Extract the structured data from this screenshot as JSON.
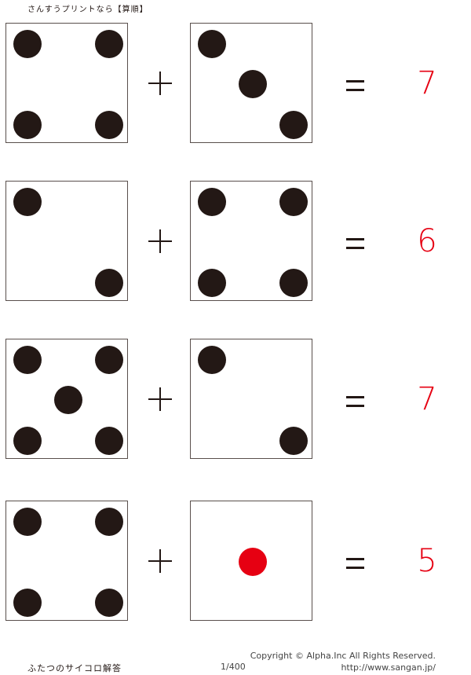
{
  "header": {
    "title": "さんすうプリントなら【算順】"
  },
  "colors": {
    "ink": "#231815",
    "accent_red": "#e60012",
    "border": "#594f4c"
  },
  "problems": [
    {
      "left_die": 4,
      "right_die": 3,
      "operator": "+",
      "equals": "=",
      "answer": "7"
    },
    {
      "left_die": 2,
      "right_die": 4,
      "operator": "+",
      "equals": "=",
      "answer": "6"
    },
    {
      "left_die": 5,
      "right_die": 2,
      "operator": "+",
      "equals": "=",
      "answer": "7"
    },
    {
      "left_die": 4,
      "right_die": 1,
      "operator": "+",
      "equals": "=",
      "answer": "5"
    }
  ],
  "footer": {
    "worksheet_title": "ふたつのサイコロ解答",
    "page": "1/400",
    "copyright": "Copyright ©  Alpha.Inc All Rights Reserved.",
    "url": "http://www.sangan.jp/"
  }
}
